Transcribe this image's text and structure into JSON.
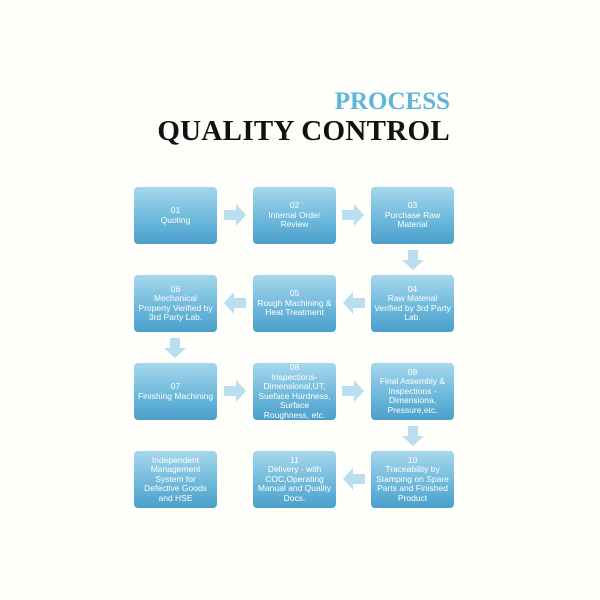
{
  "title": {
    "line1": "PROCESS",
    "line2": "QUALITY CONTROL"
  },
  "steps": [
    {
      "num": "01",
      "text": "Quoting"
    },
    {
      "num": "02",
      "text": "Internal Order Review"
    },
    {
      "num": "03",
      "text": "Purchase Raw Material"
    },
    {
      "num": "04",
      "text": "Raw Material Verified by 3rd Party Lab."
    },
    {
      "num": "05",
      "text": "Rough Machining & Heat Treatment"
    },
    {
      "num": "06",
      "text": "Mechanical Property Verified by 3rd Party Lab."
    },
    {
      "num": "07",
      "text": "Finishing Machining"
    },
    {
      "num": "08",
      "text": "Inspections- Dimensional,UT, Sueface Hardness, Surface Roughness, etc."
    },
    {
      "num": "09",
      "text": "Final Assembly & Inspections - Dimensiona, Pressure,etc."
    },
    {
      "num": "10",
      "text": "Traceability by Stamping on Spare Parts and Finished Product"
    },
    {
      "num": "11",
      "text": "Delivery - with COC,Operating Manual and Quality Docs."
    }
  ],
  "note": {
    "text": "Independent Management System for Defective Goods and HSE"
  },
  "colors": {
    "accent": "#5db6d9",
    "box": "#6fb9dc",
    "arrow": "#b9dfee"
  }
}
